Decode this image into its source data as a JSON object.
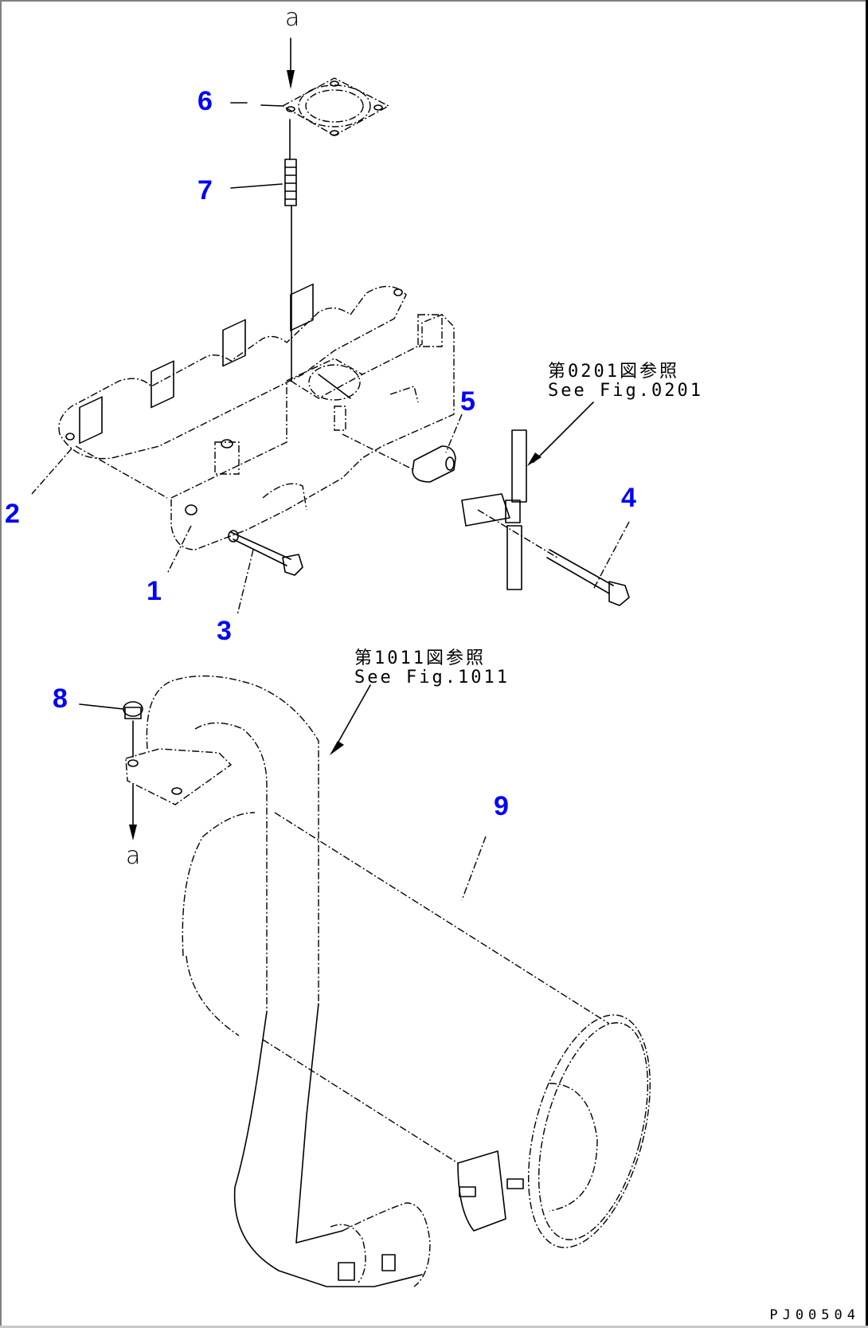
{
  "colors": {
    "callout": "#0000ff",
    "line": "#000000",
    "background": "#ffffff"
  },
  "markers": {
    "top": "a",
    "bottom": "a"
  },
  "callouts": [
    {
      "number": "1",
      "part": "exhaust-manifold"
    },
    {
      "number": "2",
      "part": "manifold-gasket"
    },
    {
      "number": "3",
      "part": "bolt"
    },
    {
      "number": "4",
      "part": "bolt"
    },
    {
      "number": "5",
      "part": "spacer"
    },
    {
      "number": "6",
      "part": "gasket"
    },
    {
      "number": "7",
      "part": "stud"
    },
    {
      "number": "8",
      "part": "nut"
    },
    {
      "number": "9",
      "part": "muffler"
    }
  ],
  "references": [
    {
      "jp": "第0201図参照",
      "en": "See Fig.0201"
    },
    {
      "jp": "第1011図参照",
      "en": "See Fig.1011"
    }
  ],
  "drawing_code": "PJ00504"
}
